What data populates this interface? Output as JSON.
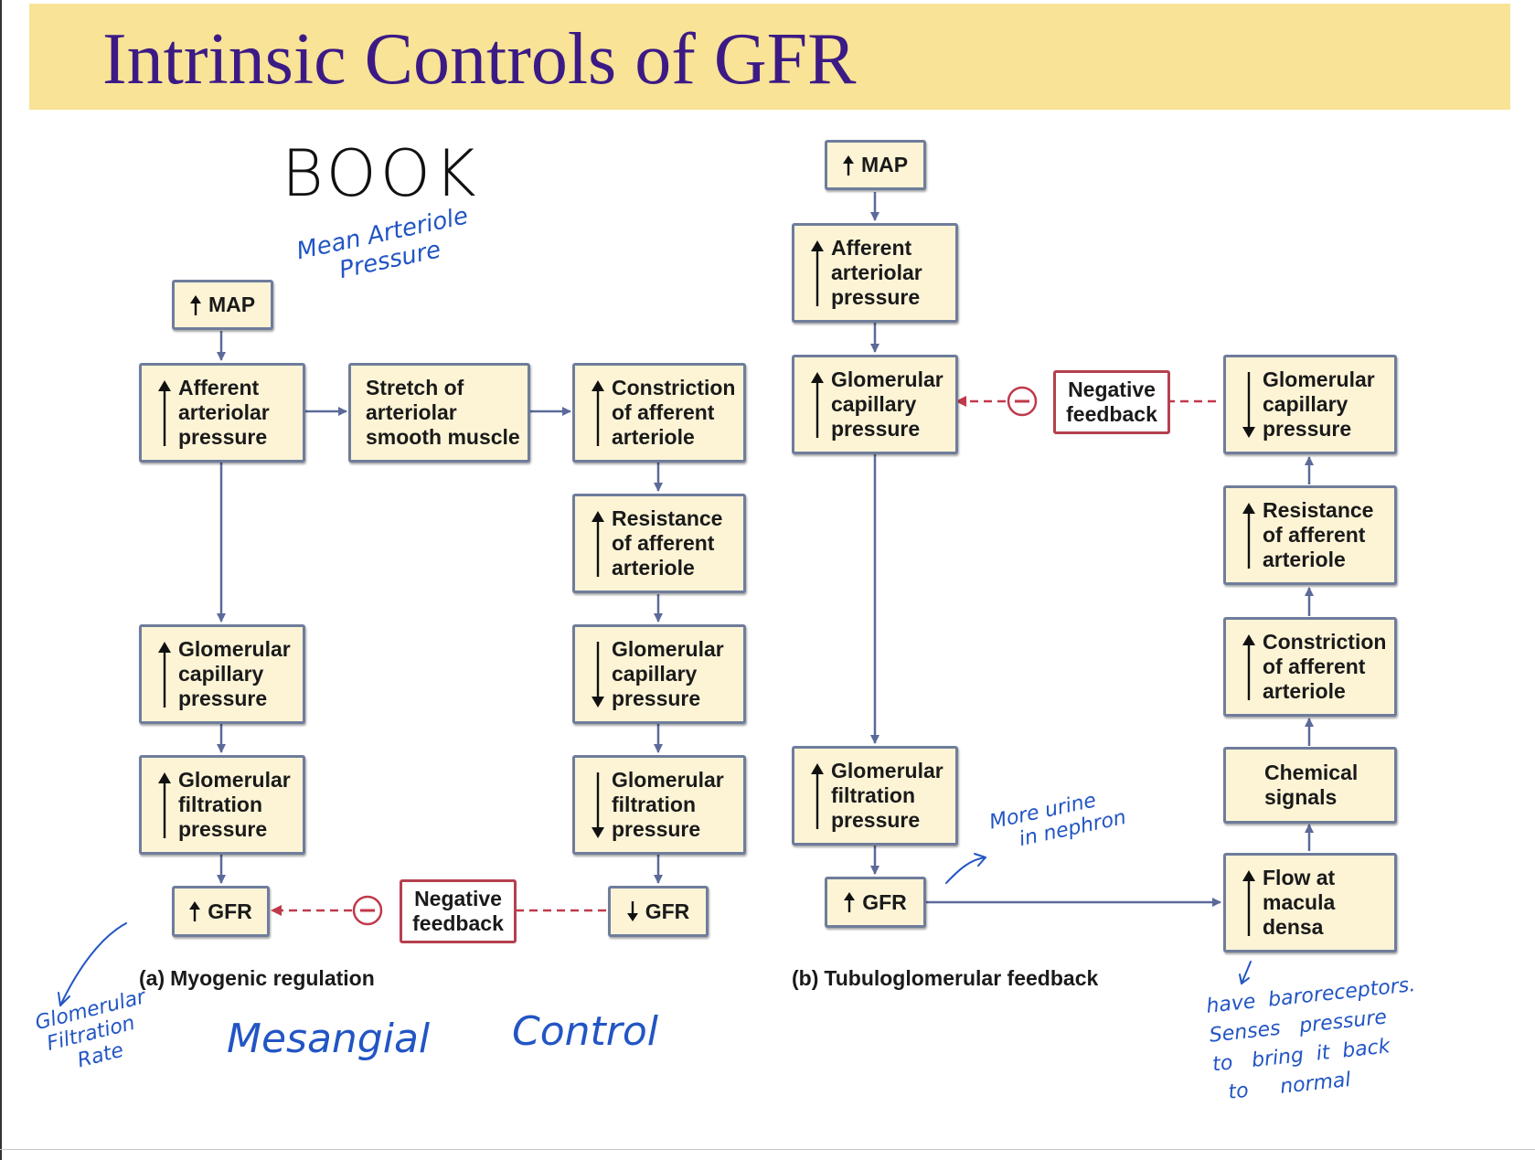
{
  "title": "Intrinsic Controls of GFR",
  "colors": {
    "title_band": "#f8e396",
    "title_text": "#3c1a86",
    "box_fill": "#fdf4d6",
    "box_border": "#6f7d9c",
    "feedback_border": "#b4414f",
    "connector": "#5c6a9a",
    "feedback_connector": "#c0394a",
    "ink": "#2255c4"
  },
  "panel_a": {
    "caption_tag": "(a)",
    "caption": "Myogenic regulation",
    "map": "MAP",
    "afferent_pressure": "Afferent\narteriolar\npressure",
    "stretch": "Stretch of\narteriolar\nsmooth muscle",
    "constriction": "Constriction\nof afferent\narteriole",
    "resistance": "Resistance\nof afferent\narteriole",
    "glom_cap_up": "Glomerular\ncapillary\npressure",
    "glom_cap_down": "Glomerular\ncapillary\npressure",
    "glom_filt_up": "Glomerular\nfiltration\npressure",
    "glom_filt_down": "Glomerular\nfiltration\npressure",
    "gfr_up": "GFR",
    "gfr_down": "GFR",
    "negative_feedback": "Negative\nfeedback",
    "minus": "−"
  },
  "panel_b": {
    "caption_tag": "(b)",
    "caption": "Tubuloglomerular feedback",
    "map": "MAP",
    "afferent_pressure": "Afferent\narteriolar\npressure",
    "glom_cap_up": "Glomerular\ncapillary\npressure",
    "glom_filt_up": "Glomerular\nfiltration\npressure",
    "gfr_up": "GFR",
    "negative_feedback": "Negative\nfeedback",
    "minus": "−",
    "glom_cap_down": "Glomerular\ncapillary\npressure",
    "resistance": "Resistance\nof afferent\narteriole",
    "constriction": "Constriction\nof afferent\narteriole",
    "chemical": "Chemical\nsignals",
    "macula": "Flow at\nmacula\ndensa"
  },
  "annotations": {
    "book": "BOOK",
    "map_meaning": "Mean Arteriole\n     Pressure",
    "gfr_meaning": "Glomerular\n Filtration\n     Rate",
    "mesangial": "Mesangial",
    "control": "Control",
    "more_urine": "More urine\n    in nephron",
    "baroreceptors": "have  baroreceptors.\nSenses   pressure\nto   bring  it  back\n  to     normal"
  }
}
